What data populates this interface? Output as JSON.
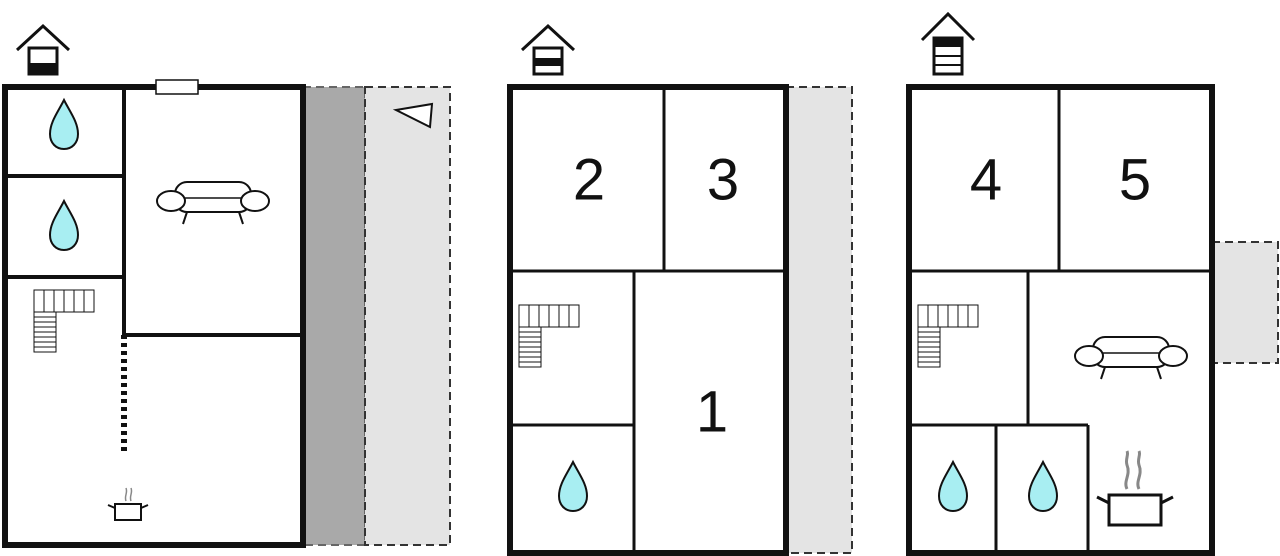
{
  "colors": {
    "wall": "#111111",
    "water": "#a8eef2",
    "terrace_dark": "#a9a9a9",
    "terrace_light": "#e4e4e4"
  },
  "floors": [
    {
      "level_icon": "house-floor-indicator-icon",
      "rooms": [
        {
          "kind": "bathroom",
          "icon": "water-drop-icon"
        },
        {
          "kind": "bathroom",
          "icon": "water-drop-icon"
        },
        {
          "kind": "living",
          "icon": "sofa-icon"
        },
        {
          "kind": "stairs",
          "icon": "staircase-icon"
        },
        {
          "kind": "kitchen",
          "icon": "cooking-pot-icon"
        }
      ],
      "exterior": [
        "covered-terrace",
        "open-terrace"
      ],
      "orientation_icon": "direction-triangle-icon"
    },
    {
      "level_icon": "house-floor-indicator-icon",
      "rooms": [
        {
          "kind": "bedroom",
          "label": "2"
        },
        {
          "kind": "bedroom",
          "label": "3"
        },
        {
          "kind": "bedroom",
          "label": "1"
        },
        {
          "kind": "stairs",
          "icon": "staircase-icon"
        },
        {
          "kind": "bathroom",
          "icon": "water-drop-icon"
        }
      ],
      "exterior": [
        "balcony"
      ]
    },
    {
      "level_icon": "house-floor-indicator-icon",
      "rooms": [
        {
          "kind": "bedroom",
          "label": "4"
        },
        {
          "kind": "bedroom",
          "label": "5"
        },
        {
          "kind": "stairs",
          "icon": "staircase-icon"
        },
        {
          "kind": "living",
          "icon": "sofa-icon"
        },
        {
          "kind": "bathroom",
          "icon": "water-drop-icon"
        },
        {
          "kind": "bathroom",
          "icon": "water-drop-icon"
        },
        {
          "kind": "kitchen",
          "icon": "cooking-pot-icon"
        }
      ],
      "exterior": [
        "balcony"
      ]
    }
  ]
}
